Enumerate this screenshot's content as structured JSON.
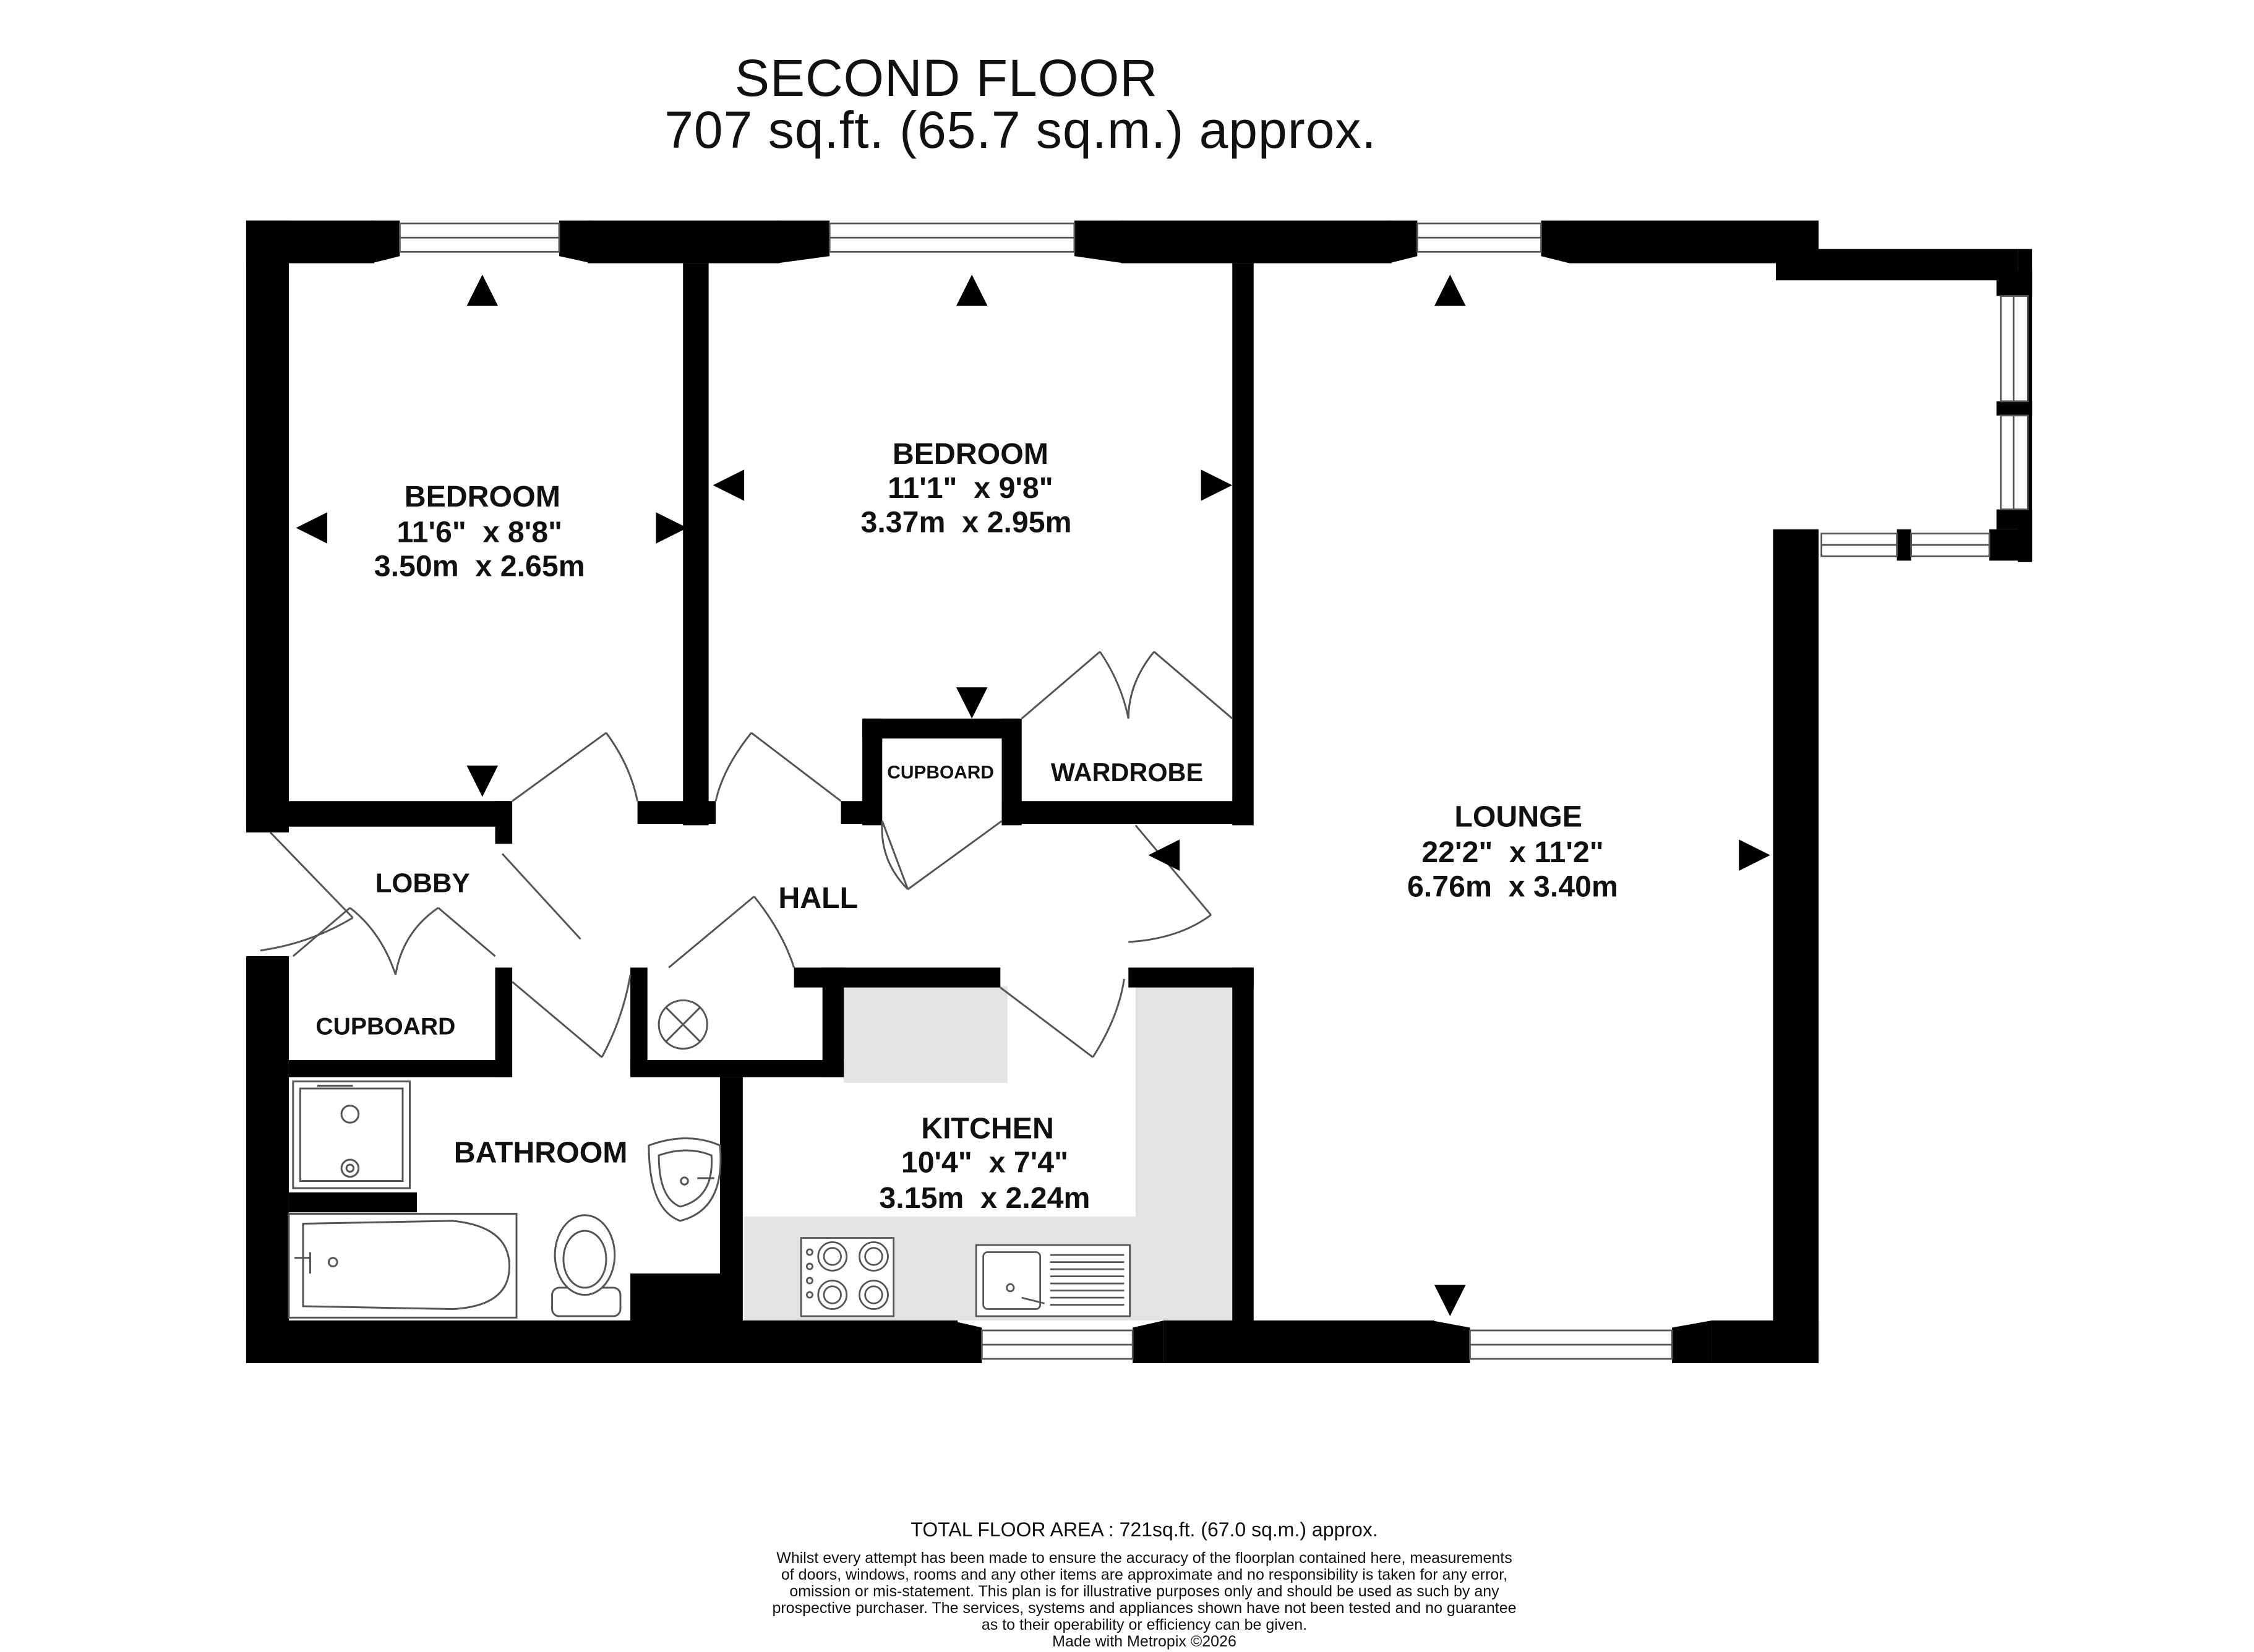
{
  "floor": {
    "name": "SECOND FLOOR",
    "area": "707 sq.ft. (65.7 sq.m.) approx."
  },
  "rooms": {
    "bedroom1": {
      "name": "BEDROOM",
      "imperial": "11'6\"  x 8'8\"",
      "metric": "3.50m  x 2.65m"
    },
    "bedroom2": {
      "name": "BEDROOM",
      "imperial": "11'1\"  x 9'8\"",
      "metric": "3.37m  x 2.95m"
    },
    "lounge": {
      "name": "LOUNGE",
      "imperial": "22'2\"  x 11'2\"",
      "metric": "6.76m  x 3.40m"
    },
    "kitchen": {
      "name": "KITCHEN",
      "imperial": "10'4\"  x 7'4\"",
      "metric": "3.15m  x 2.24m"
    },
    "hall": {
      "name": "HALL"
    },
    "lobby": {
      "name": "LOBBY"
    },
    "bathroom": {
      "name": "BATHROOM"
    },
    "cupboard_lobby": {
      "name": "CUPBOARD"
    },
    "cupboard_hall": {
      "name": "CUPBOARD"
    },
    "wardrobe": {
      "name": "WARDROBE"
    }
  },
  "footer": {
    "total_area": "TOTAL FLOOR AREA : 721sq.ft. (67.0 sq.m.) approx.",
    "disclaimer_lines": [
      "Whilst every attempt has been made to ensure the accuracy of the floorplan contained here, measurements",
      "of doors, windows, rooms and any other items are approximate and no responsibility is taken for any error,",
      "omission or mis-statement. This plan is for illustrative purposes only and should be used as such by any",
      "prospective purchaser. The services, systems and appliances shown have not been tested and no guarantee",
      "as to their operability or efficiency can be given.",
      "Made with Metropix ©2026"
    ]
  },
  "colors": {
    "wall": "#000000",
    "worktop": "#e3e3e3",
    "line": "#555555",
    "text": "#111111"
  }
}
